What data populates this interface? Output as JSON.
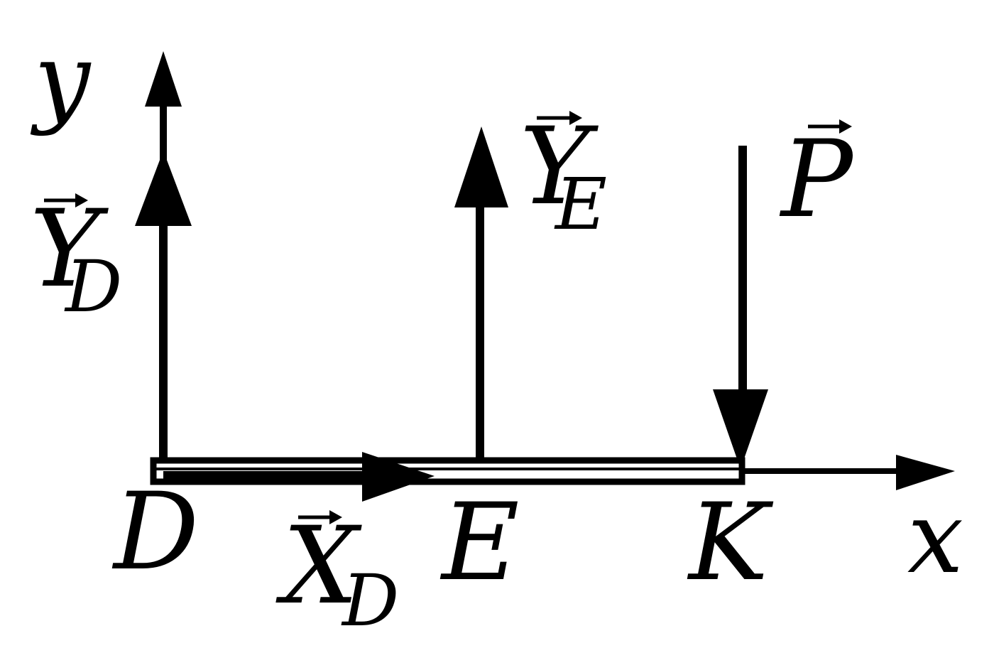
{
  "diagram": {
    "axes": {
      "x_label": "x",
      "y_label": "y"
    },
    "points": [
      {
        "id": "D",
        "label": "D"
      },
      {
        "id": "E",
        "label": "E"
      },
      {
        "id": "K",
        "label": "K"
      }
    ],
    "forces": {
      "YD": {
        "symbol": "Y",
        "subscript": "D",
        "direction": "up",
        "at": "D"
      },
      "XD": {
        "symbol": "X",
        "subscript": "D",
        "direction": "right",
        "at": "D"
      },
      "YE": {
        "symbol": "Y",
        "subscript": "E",
        "direction": "up",
        "at": "E"
      },
      "P": {
        "symbol": "P",
        "subscript": "",
        "direction": "down",
        "at": "K"
      }
    },
    "colors": {
      "ink": "#000000",
      "background": "#ffffff"
    }
  }
}
